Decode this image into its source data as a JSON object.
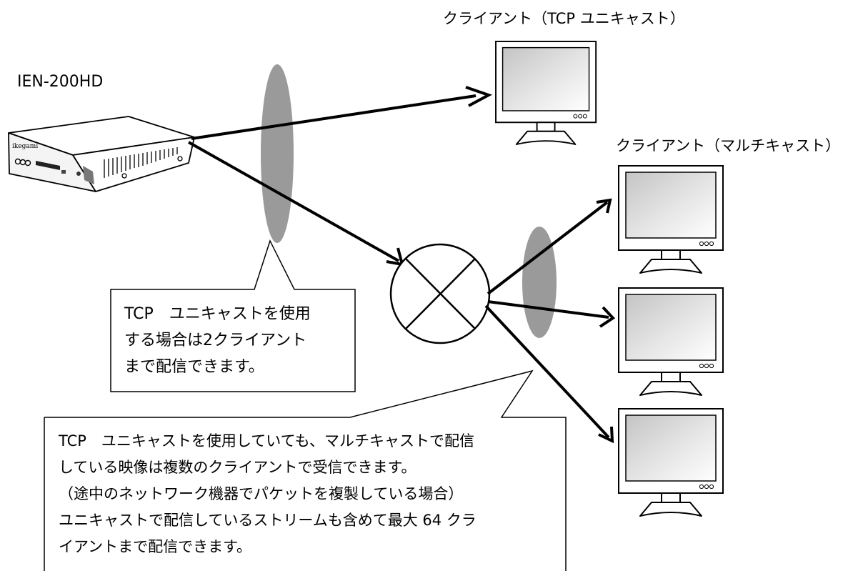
{
  "device": {
    "name": "IEN-200HD",
    "brand": "ikegami"
  },
  "clients": {
    "tcp_label": "クライアント（TCP ユニキャスト）",
    "multicast_label": "クライアント（マルチキャスト）"
  },
  "callouts": {
    "tcp": [
      "TCP　ユニキャストを使用",
      "する場合は2クライアント",
      "まで配信できます。"
    ],
    "multicast": [
      "TCP　ユニキャストを使用していても、マルチキャストで配信",
      "している映像は複数のクライアントで受信できます。",
      "（途中のネットワーク機器でパケットを複製している場合）",
      "ユニキャストで配信しているストリームも含めて最大 64 クラ",
      "イアントまで配信できます。"
    ]
  },
  "colors": {
    "line": "#000000",
    "ellipse": "#9a9a9a",
    "device_body": "#f2f2f2",
    "monitor_screen_dark": "#cfcfcf",
    "monitor_screen_light": "#ffffff"
  }
}
